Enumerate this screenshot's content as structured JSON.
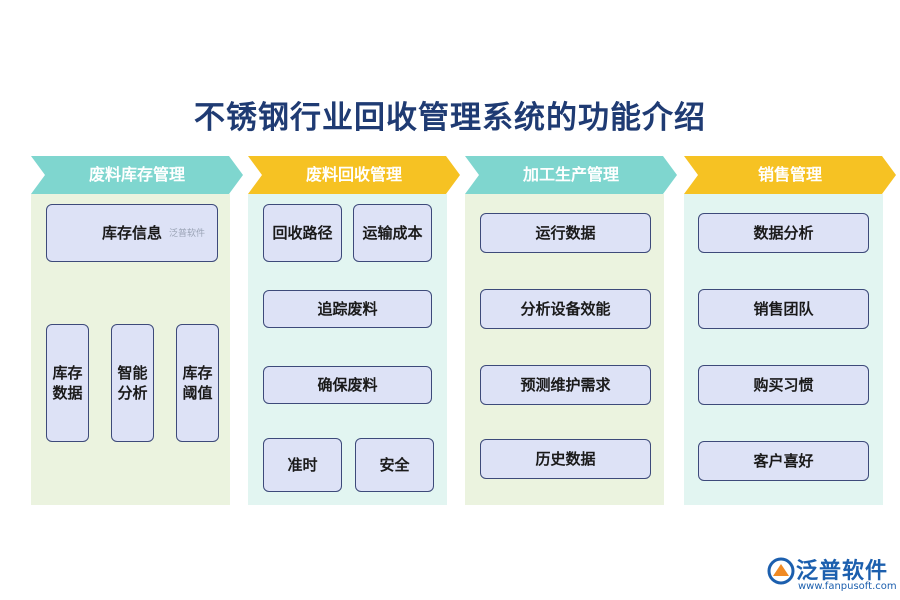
{
  "title": "不锈钢行业回收管理系统的功能介绍",
  "colors": {
    "title": "#1f3b73",
    "cyan_header": "#7fd6cf",
    "yellow_header": "#f6c223",
    "panel_green": "#ebf3df",
    "panel_cyan": "#e2f5f1",
    "box_fill": "#dde2f6",
    "box_border": "#3d4a7a"
  },
  "columns": [
    {
      "header": "废料库存管理",
      "header_color": "cyan",
      "items": [
        "库存信息",
        "库存\n数据",
        "智能\n分析",
        "库存\n阈值"
      ],
      "inline_mark": "泛普软件"
    },
    {
      "header": "废料回收管理",
      "header_color": "yellow",
      "items": [
        "回收路径",
        "运输成本",
        "追踪废料",
        "确保废料",
        "准时",
        "安全"
      ]
    },
    {
      "header": "加工生产管理",
      "header_color": "cyan",
      "items": [
        "运行数据",
        "分析设备效能",
        "预测维护需求",
        "历史数据"
      ]
    },
    {
      "header": "销售管理",
      "header_color": "yellow",
      "items": [
        "数据分析",
        "销售团队",
        "购买习惯",
        "客户喜好"
      ]
    }
  ],
  "logo": {
    "name": "泛普软件",
    "url": "www.fanpusoft.com",
    "icon": "fanpu-logo-icon"
  }
}
